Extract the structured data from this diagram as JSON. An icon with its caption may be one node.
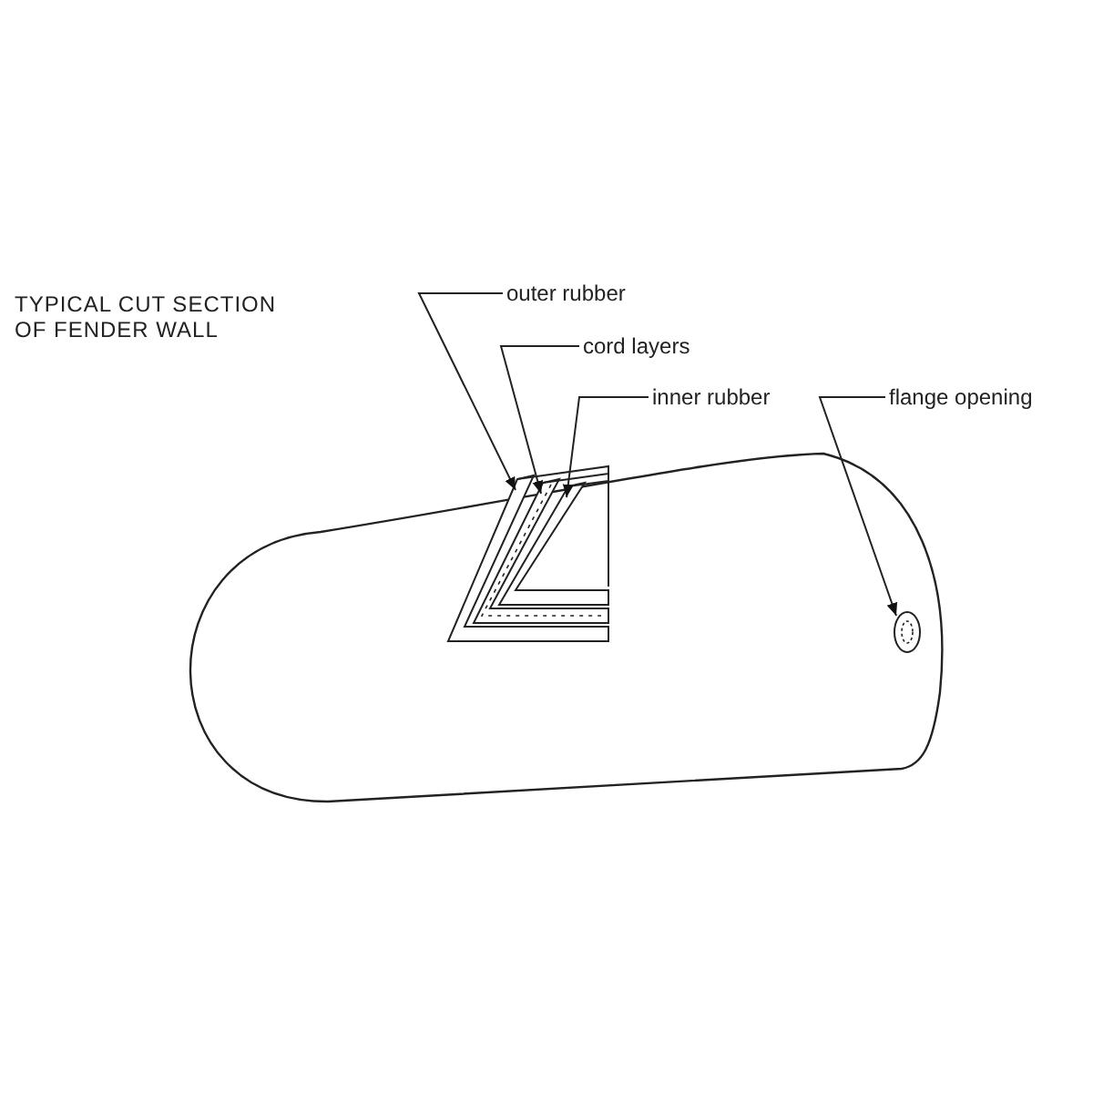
{
  "diagram": {
    "nodes": [
      {
        "text": [
          "outer rubber"
        ]
      },
      {
        "text": [
          "cord layers"
        ]
      },
      {
        "text": [
          "inner rubber"
        ]
      },
      {
        "text": [
          "flange opening"
        ]
      },
      {
        "text": [],
        "shape": "band"
      },
      {
        "text": [],
        "shape": "band"
      },
      {
        "text": [],
        "shape": "band"
      },
      {
        "text": [],
        "shape": "circle"
      }
    ],
    "edges": [
      {
        "from": 0,
        "to": 4,
        "arrow": "to"
      },
      {
        "from": 1,
        "to": 5,
        "arrow": "to"
      },
      {
        "from": 2,
        "to": 6,
        "arrow": "to"
      },
      {
        "from": 3,
        "to": 7,
        "arrow": "to"
      }
    ],
    "labels": [
      "TYPICAL CUT SECTION OF FENDER WALL"
    ]
  }
}
